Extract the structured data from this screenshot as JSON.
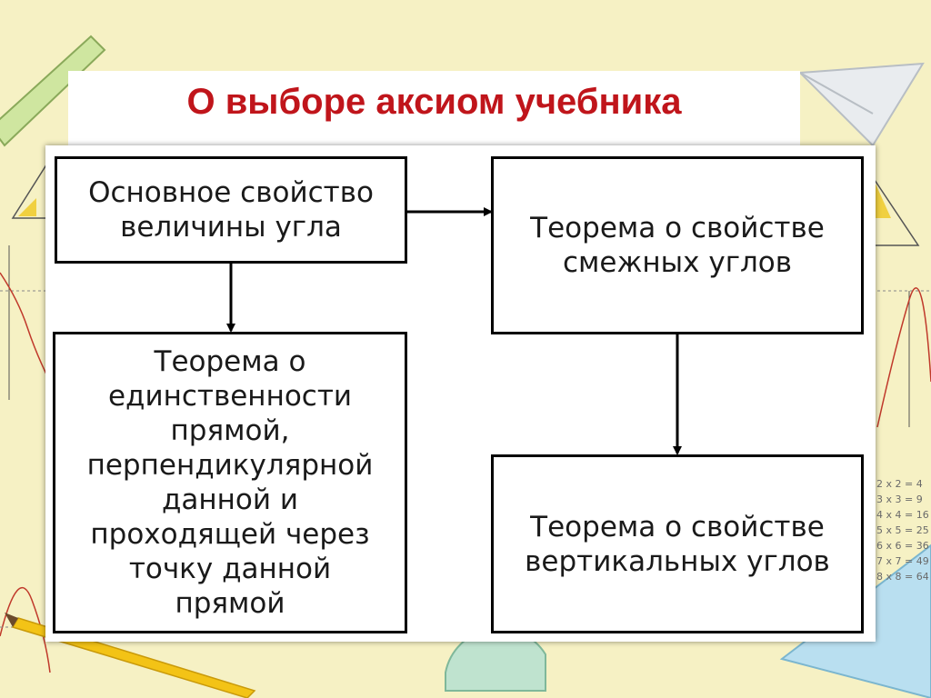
{
  "slide": {
    "title": "О выборе аксиом учебника"
  },
  "diagram": {
    "nodes": [
      {
        "id": "basic-property",
        "text": "Основное свойство величины угла"
      },
      {
        "id": "adjacent-angles",
        "text": "Теорема о свойстве смежных углов"
      },
      {
        "id": "uniqueness-perpendicular",
        "text": "Теорема о единственности прямой, перпендикулярной данной и проходящей через точку данной прямой"
      },
      {
        "id": "vertical-angles",
        "text": "Теорема о свойстве вертикальных углов"
      }
    ],
    "edges": [
      {
        "from": "basic-property",
        "to": "adjacent-angles"
      },
      {
        "from": "basic-property",
        "to": "uniqueness-perpendicular"
      },
      {
        "from": "adjacent-angles",
        "to": "vertical-angles"
      }
    ]
  },
  "background": {
    "times_table": [
      "2 x 2 = 4",
      "3 x 3 = 9",
      "4 x 4 = 16",
      "5 x 5 = 25",
      "6 x 6 = 36",
      "7 x 7 = 49",
      "8 x 8 = 64"
    ]
  },
  "colors": {
    "background": "#f6f1c4",
    "title": "#c0151b",
    "box_border": "#000000"
  }
}
